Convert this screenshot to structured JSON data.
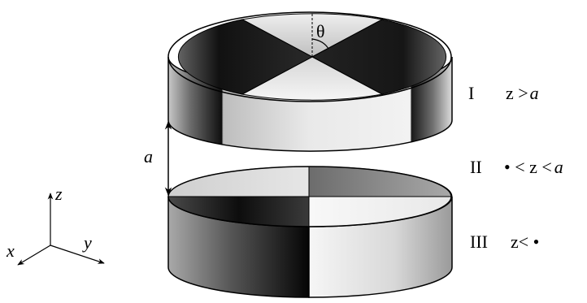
{
  "diagram": {
    "regions": [
      {
        "numeral": "I",
        "condition_pre": "z >",
        "condition_var": "a",
        "condition_post": ""
      },
      {
        "numeral": "II",
        "condition_pre": "• < z <",
        "condition_var": "a",
        "condition_post": ""
      },
      {
        "numeral": "III",
        "condition_pre": "z< •",
        "condition_var": "",
        "condition_post": ""
      }
    ],
    "gap_label": "a",
    "angle_label": "θ",
    "axes": {
      "z": "z",
      "x": "x",
      "y": "y"
    },
    "colors": {
      "dark": "#151515",
      "light": "#f4f4f4",
      "mid": "#9a9a9a",
      "stroke": "#000000"
    }
  }
}
